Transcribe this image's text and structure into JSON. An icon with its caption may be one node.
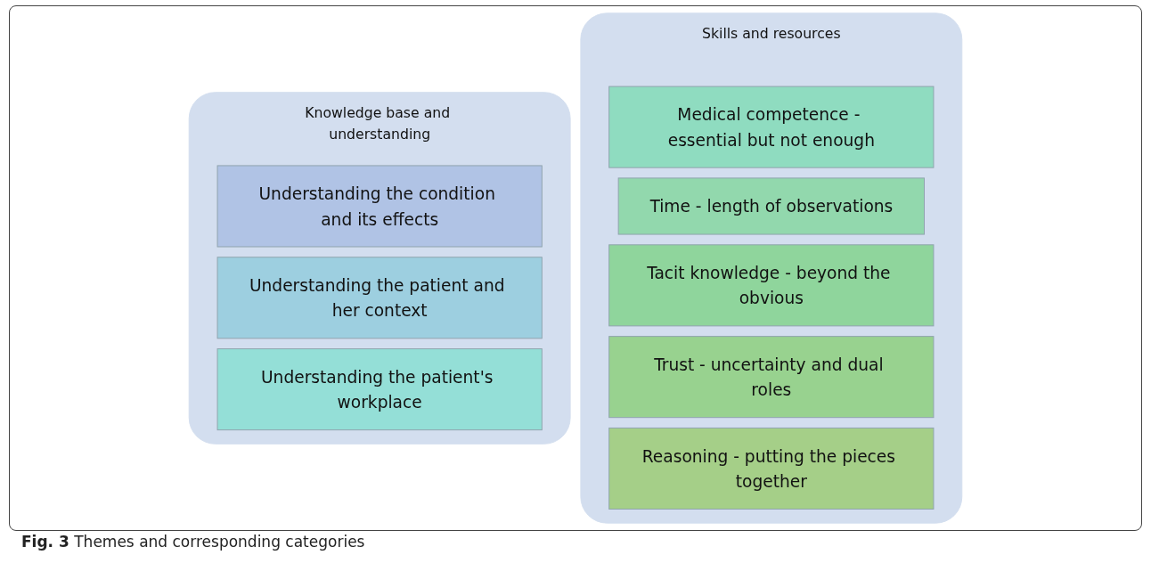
{
  "diagram": {
    "caption": "**Fig. 3** Themes and corresponding categories",
    "nodes": [
      {
        "text": [
          "Knowledge base and understanding"
        ]
      },
      {
        "text": [
          "Understanding the condition and its effects"
        ],
        "in": 0
      },
      {
        "text": [
          "Understanding the patient and her context"
        ],
        "in": 0
      },
      {
        "text": [
          "Understanding the patient's workplace"
        ],
        "in": 0
      },
      {
        "text": [
          "Skills and resources"
        ]
      },
      {
        "text": [
          "Medical competence - essential but not enough"
        ],
        "in": 4
      },
      {
        "text": [
          "Time - length of observations"
        ],
        "in": 4
      },
      {
        "text": [
          "Tacit knowledge - beyond the obvious"
        ],
        "in": 4
      },
      {
        "text": [
          "Trust - uncertainty and dual roles"
        ],
        "in": 4
      },
      {
        "text": [
          "Reasoning - putting the pieces together"
        ],
        "in": 4
      }
    ],
    "edges": []
  }
}
